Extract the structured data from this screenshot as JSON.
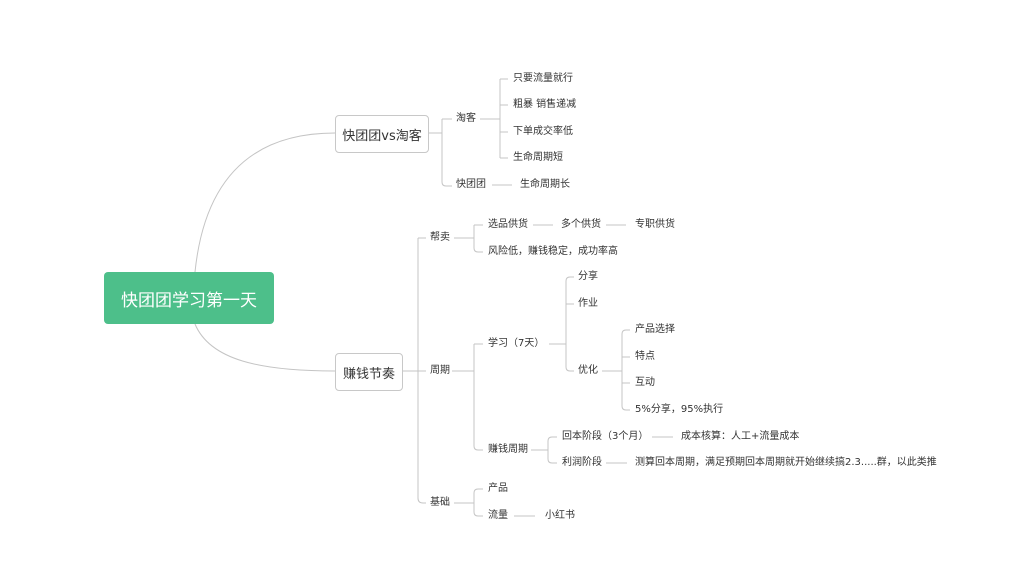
{
  "root": "快团团学习第一天",
  "main": [
    {
      "label": "快团团vs淘客",
      "children": [
        {
          "label": "淘客",
          "children": [
            "只要流量就行",
            "粗暴 销售递减",
            "下单成交率低",
            "生命周期短"
          ]
        },
        {
          "label": "快团团",
          "child": "生命周期长"
        }
      ]
    },
    {
      "label": "赚钱节奏",
      "children": [
        {
          "label": "帮卖",
          "items": [
            {
              "label": "选品供货",
              "chain": [
                "多个供货",
                "专职供货"
              ]
            },
            {
              "label": "风险低，赚钱稳定，成功率高"
            }
          ]
        },
        {
          "label": "周期",
          "study": {
            "label": "学习（7天）",
            "items": [
              "分享",
              "作业"
            ],
            "optimize": {
              "label": "优化",
              "items": [
                "产品选择",
                "特点",
                "互动",
                "5%分享，95%执行"
              ]
            }
          },
          "earn": {
            "label": "赚钱周期",
            "stages": [
              {
                "label": "回本阶段（3个月）",
                "detail": "成本核算：人工+流量成本"
              },
              {
                "label": "利润阶段",
                "detail": "测算回本周期，满足预期回本周期就开始继续搞2.3.....群，以此类推"
              }
            ]
          }
        },
        {
          "label": "基础",
          "items": [
            {
              "label": "产品"
            },
            {
              "label": "流量",
              "child": "小红书"
            }
          ]
        }
      ]
    }
  ]
}
